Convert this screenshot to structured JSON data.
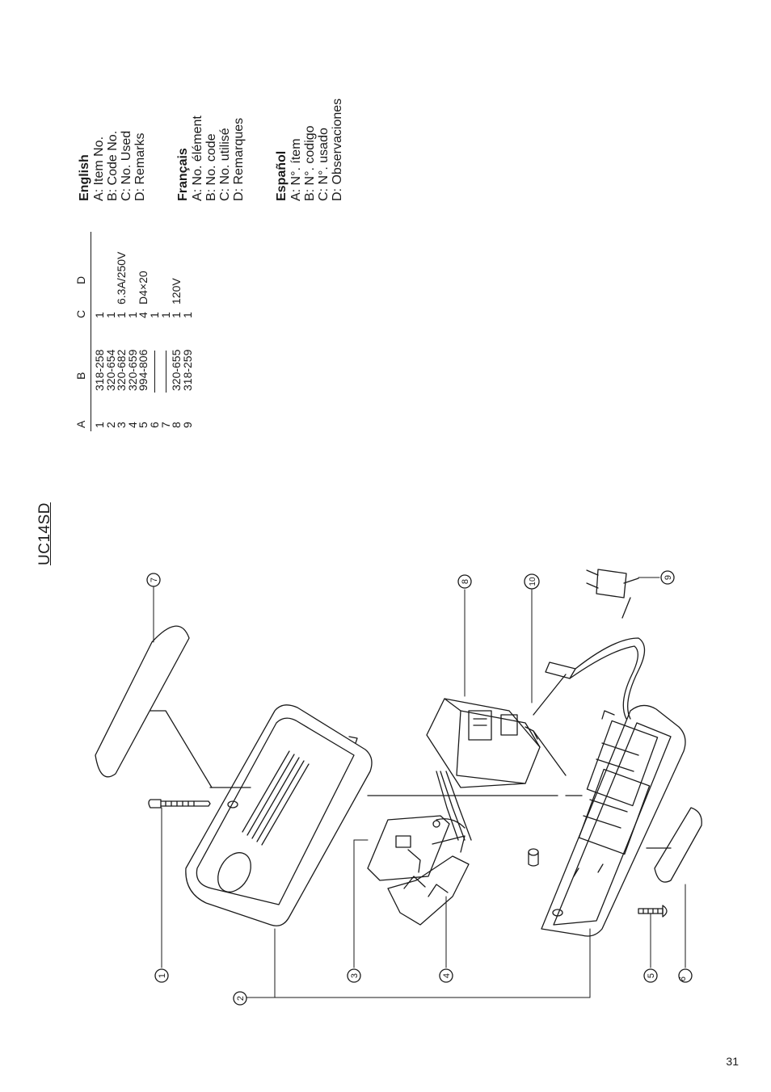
{
  "model": "UC14SD",
  "page_number": "31",
  "table": {
    "headers": [
      "A",
      "B",
      "C",
      "D"
    ],
    "rows": [
      {
        "a": "1",
        "b": "318-258",
        "c": "1",
        "d": ""
      },
      {
        "a": "2",
        "b": "320-654",
        "c": "1",
        "d": ""
      },
      {
        "a": "3",
        "b": "320-682",
        "c": "1",
        "d": "6.3A/250V"
      },
      {
        "a": "4",
        "b": "320-659",
        "c": "1",
        "d": ""
      },
      {
        "a": "5",
        "b": "994-806",
        "c": "4",
        "d": "D4×20"
      },
      {
        "a": "6",
        "b": "",
        "c": "1",
        "d": ""
      },
      {
        "a": "7",
        "b": "",
        "c": "1",
        "d": ""
      },
      {
        "a": "8",
        "b": "320-655",
        "c": "1",
        "d": "120V"
      },
      {
        "a": "9",
        "b": "318-259",
        "c": "1",
        "d": ""
      }
    ]
  },
  "legends": [
    {
      "lang": "English",
      "lines": [
        "A: Item No.",
        "B: Code No.",
        "C: No. Used",
        "D: Remarks"
      ]
    },
    {
      "lang": "Français",
      "lines": [
        "A: No. élément",
        "B: No. code",
        "C: No. utilisé",
        "D: Remarques"
      ]
    },
    {
      "lang": "Español",
      "lines": [
        "A: N°. ítem",
        "B: N°. codigo",
        "C: N°. usado",
        "D: Observaciones"
      ]
    }
  ],
  "callouts": [
    "1",
    "2",
    "3",
    "4",
    "5",
    "6",
    "7",
    "8",
    "9",
    "10"
  ],
  "colors": {
    "ink": "#1a1a1a",
    "paper": "#ffffff"
  }
}
